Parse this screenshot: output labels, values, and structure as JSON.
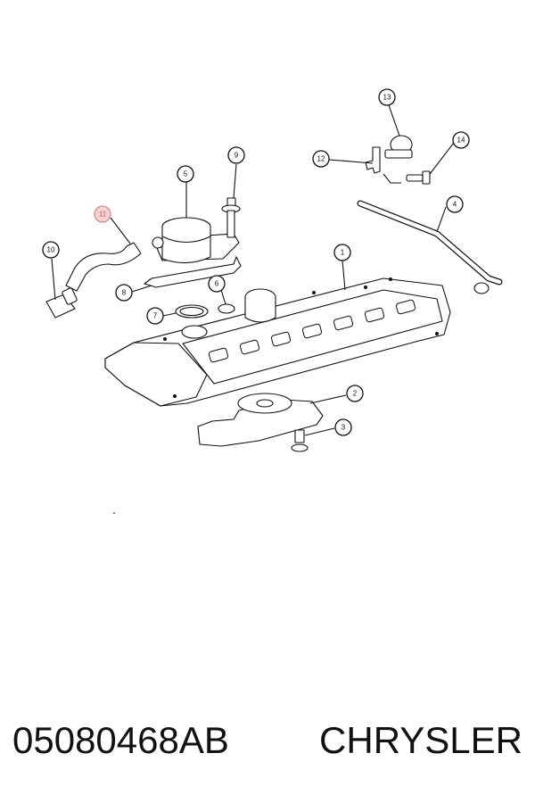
{
  "callouts": [
    {
      "id": "1",
      "label": "1"
    },
    {
      "id": "2",
      "label": "2"
    },
    {
      "id": "3",
      "label": "3"
    },
    {
      "id": "4",
      "label": "4"
    },
    {
      "id": "5",
      "label": "5"
    },
    {
      "id": "6",
      "label": "6"
    },
    {
      "id": "7",
      "label": "7"
    },
    {
      "id": "8",
      "label": "8"
    },
    {
      "id": "9",
      "label": "9"
    },
    {
      "id": "10",
      "label": "10"
    },
    {
      "id": "11",
      "label": "11",
      "highlighted": true
    },
    {
      "id": "12",
      "label": "12"
    },
    {
      "id": "13",
      "label": "13"
    },
    {
      "id": "14",
      "label": "14"
    }
  ],
  "colors": {
    "highlight": "#d98a8a",
    "line": "#111111"
  },
  "caption": {
    "part_number": "05080468AB",
    "brand": "CHRYSLER"
  }
}
